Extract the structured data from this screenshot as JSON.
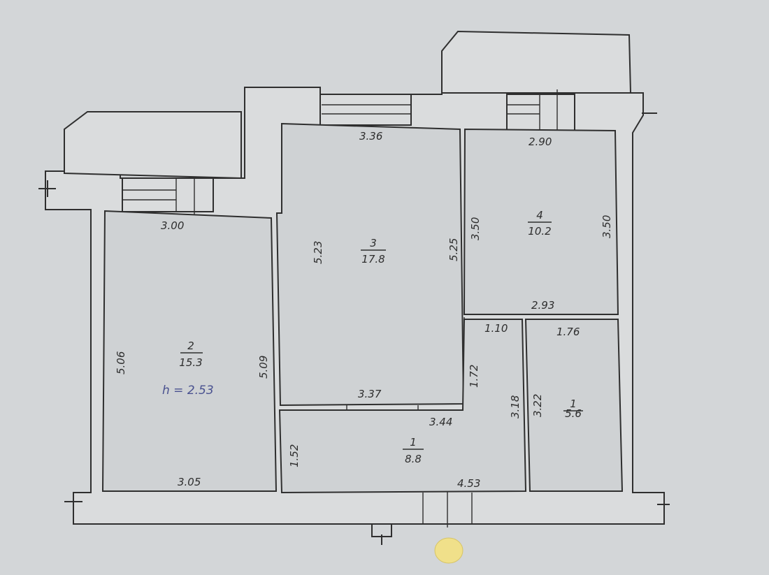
{
  "plan": {
    "rooms": [
      {
        "number": "2",
        "area": "15.3",
        "height_note": "h = 2.53"
      },
      {
        "number": "3",
        "area": "17.8"
      },
      {
        "number": "4",
        "area": "10.2"
      },
      {
        "number": "1",
        "area": "8.8"
      },
      {
        "number": "1",
        "area": "5.6"
      }
    ],
    "dimensions": {
      "room2_top": "3.00",
      "room2_left": "5.06",
      "room2_right": "5.09",
      "room2_bottom": "3.05",
      "room3_top": "3.36",
      "room3_left": "5.23",
      "room3_right": "5.25",
      "room3_bottom": "3.37",
      "room4_top": "2.90",
      "room4_left": "3.50",
      "room4_right": "3.50",
      "room4_bottom": "2.93",
      "corridor_top": "3.44",
      "corridor_left": "1.52",
      "corridor_bottom": "4.53",
      "passage_top": "1.10",
      "passage_side": "1.72",
      "passage_right": "3.18",
      "bath_top": "1.76",
      "bath_left": "3.22"
    },
    "colors": {
      "background": "#d3d6d8",
      "lines": "#2f2f2f",
      "height_note": "#4a5290",
      "marker": "#f0e08a"
    }
  }
}
